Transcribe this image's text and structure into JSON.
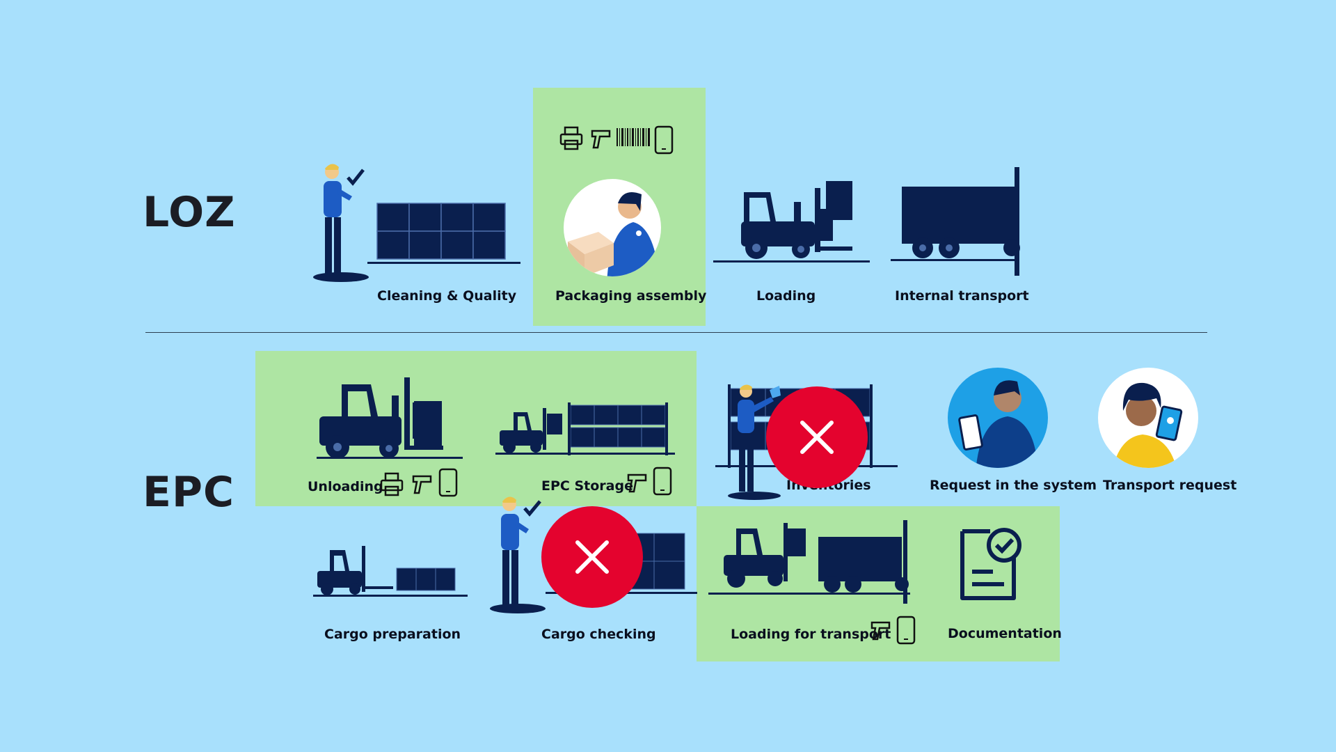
{
  "rows": {
    "loz": {
      "title": "LOZ"
    },
    "epc": {
      "title": "EPC"
    }
  },
  "loz_steps": {
    "cleaning_quality": "Cleaning & Quality",
    "packaging_assembly": "Packaging assembly",
    "loading": "Loading",
    "internal_transport": "Internal transport"
  },
  "epc_steps": {
    "unloading": "Unloading",
    "epc_storage": "EPC Storage",
    "inventories": "Inventories",
    "request_in_system": "Request in the system",
    "transport_request": "Transport request",
    "cargo_preparation": "Cargo preparation",
    "cargo_checking": "Cargo checking",
    "loading_for_transport": "Loading for transport",
    "documentation": "Documentation"
  },
  "icons": {
    "device_icons": [
      "printer-icon",
      "scanner-icon",
      "barcode-icon",
      "smartphone-icon"
    ],
    "removed_step_icon": "close-icon",
    "checkmark_icon": "checkmark-icon"
  },
  "colors": {
    "background": "#a8e0fc",
    "highlight": "#aee5a3",
    "navy": "#0a1f4e",
    "removed": "#e4032e"
  }
}
